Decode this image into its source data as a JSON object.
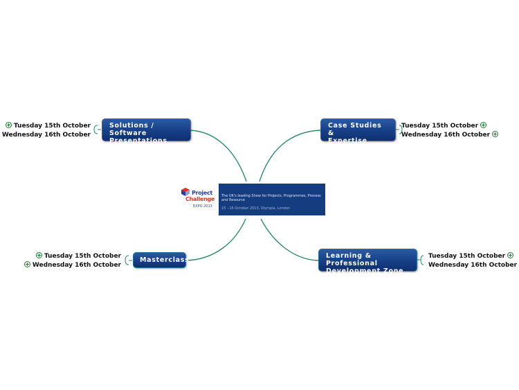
{
  "central": {
    "logo": {
      "line1": "Project",
      "line2": "Challenge",
      "line3": "EXPO 2013"
    },
    "tagline": "The UK's leading Show for Projects, Programmes, Process and Resource",
    "dates": "15 - 16 October 2013, Olympia, London"
  },
  "topics": {
    "solutions": {
      "lines": [
        "Solutions / Software",
        "Presentations"
      ],
      "children": [
        "Tuesday 15th October",
        "Wednesday 16th October"
      ]
    },
    "case_studies": {
      "lines": [
        "Case Studies &",
        "Expertise Zone"
      ],
      "children": [
        "Tuesday 15th October",
        "Wednesday 16th October"
      ]
    },
    "masterclass": {
      "lines": [
        "Masterclass"
      ],
      "children": [
        "Tuesday 15th October",
        "Wednesday 16th October"
      ]
    },
    "learning": {
      "lines": [
        "Learning & Professional",
        "Development Zone"
      ],
      "children": [
        "Tuesday 15th October",
        "Wednesday 16th October"
      ]
    }
  },
  "colors": {
    "topic_fill": "#173f86",
    "branch": "#2e8a6a",
    "expand_icon": "#1e7a2e",
    "banner": "#163c80"
  }
}
